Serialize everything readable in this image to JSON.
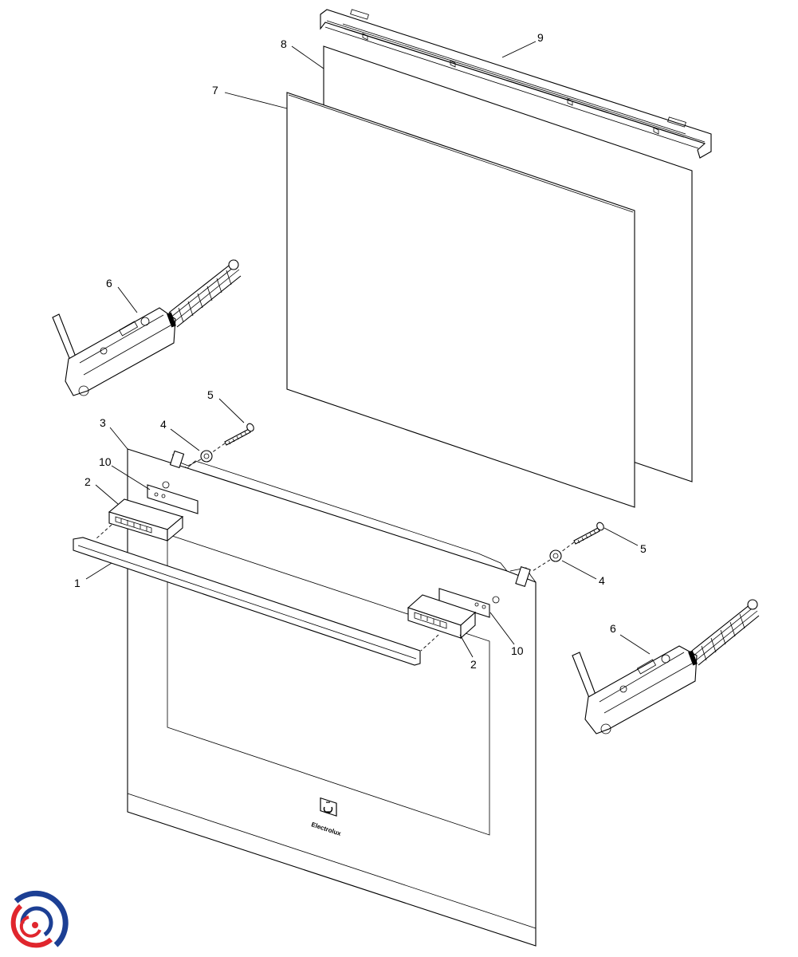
{
  "callouts": [
    {
      "id": "c9",
      "text": "9"
    },
    {
      "id": "c8",
      "text": "8"
    },
    {
      "id": "c7",
      "text": "7"
    },
    {
      "id": "c6a",
      "text": "6"
    },
    {
      "id": "c5a",
      "text": "5"
    },
    {
      "id": "c4a",
      "text": "4"
    },
    {
      "id": "c3",
      "text": "3"
    },
    {
      "id": "c10a",
      "text": "10"
    },
    {
      "id": "c2a",
      "text": "2"
    },
    {
      "id": "c1",
      "text": "1"
    },
    {
      "id": "c5b",
      "text": "5"
    },
    {
      "id": "c4b",
      "text": "4"
    },
    {
      "id": "c10b",
      "text": "10"
    },
    {
      "id": "c2b",
      "text": "2"
    },
    {
      "id": "c6b",
      "text": "6"
    }
  ],
  "brand_text": "Electrolux",
  "colors": {
    "line": "#000000",
    "logo_red": "#e0262d",
    "logo_blue": "#1c3f94",
    "background": "#ffffff"
  }
}
